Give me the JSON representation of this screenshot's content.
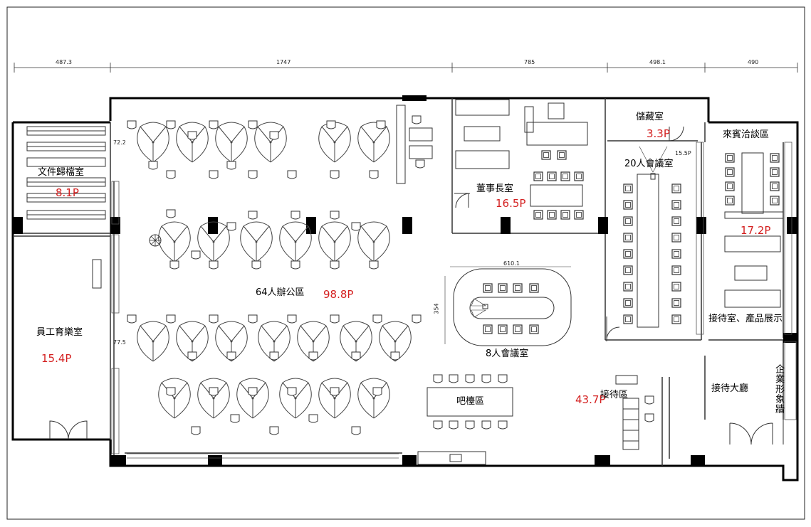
{
  "dimensions": {
    "d1": "487.3",
    "d2": "1747",
    "d3": "785",
    "d4": "498.1",
    "d5": "490",
    "conf8_width": "610.1",
    "conf8_height": "354",
    "left_upper_offset": "72.2",
    "left_lower_offset": "77.5",
    "conf20_small": "15.5P"
  },
  "rooms": {
    "archive": {
      "label": "文件歸檔室",
      "area": "8.1P"
    },
    "chairman": {
      "label": "董事長室",
      "area": "16.5P"
    },
    "storage": {
      "label": "儲藏室",
      "area": "3.3P"
    },
    "conf20": {
      "label": "20人會議室"
    },
    "guest": {
      "label": "來賓洽談區",
      "area": "17.2P"
    },
    "reception_display": {
      "label": "接待室、產品展示"
    },
    "office64": {
      "label": "64人辦公區",
      "area": "98.8P"
    },
    "conf8": {
      "label": "8人會議室"
    },
    "recreation": {
      "label": "員工育樂室",
      "area": "15.4P"
    },
    "bar": {
      "label": "吧檯區"
    },
    "reception": {
      "label": "接待區",
      "area": "43.7P"
    },
    "lobby": {
      "label": "接待大廳"
    },
    "corporate": {
      "label": "企業形象牆"
    }
  },
  "colors": {
    "wall": "#000000",
    "line": "#333333",
    "area_text": "#d42020"
  }
}
